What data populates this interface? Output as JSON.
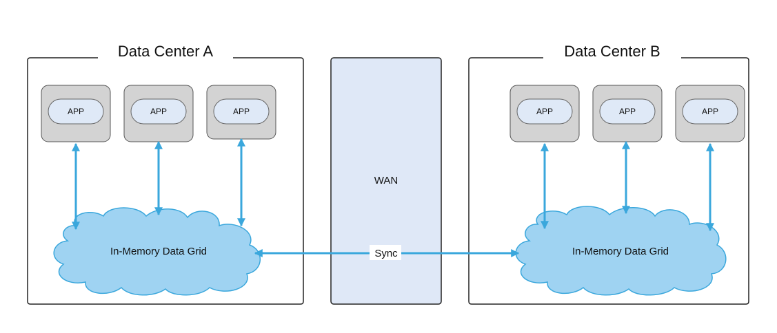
{
  "colors": {
    "arrow": "#3aa7dc",
    "cloud_fill": "#9fd3f2",
    "cloud_stroke": "#3aa7dc",
    "app_outer": "#d3d3d3",
    "app_inner": "#dfe9f7",
    "wan_fill": "#dfe8f7"
  },
  "data_centers": [
    {
      "title": "Data Center A",
      "apps": [
        "APP",
        "APP",
        "APP"
      ],
      "grid_label": "In-Memory Data Grid"
    },
    {
      "title": "Data Center B",
      "apps": [
        "APP",
        "APP",
        "APP"
      ],
      "grid_label": "In-Memory Data Grid"
    }
  ],
  "wan": {
    "label": "WAN"
  },
  "sync": {
    "label": "Sync"
  }
}
